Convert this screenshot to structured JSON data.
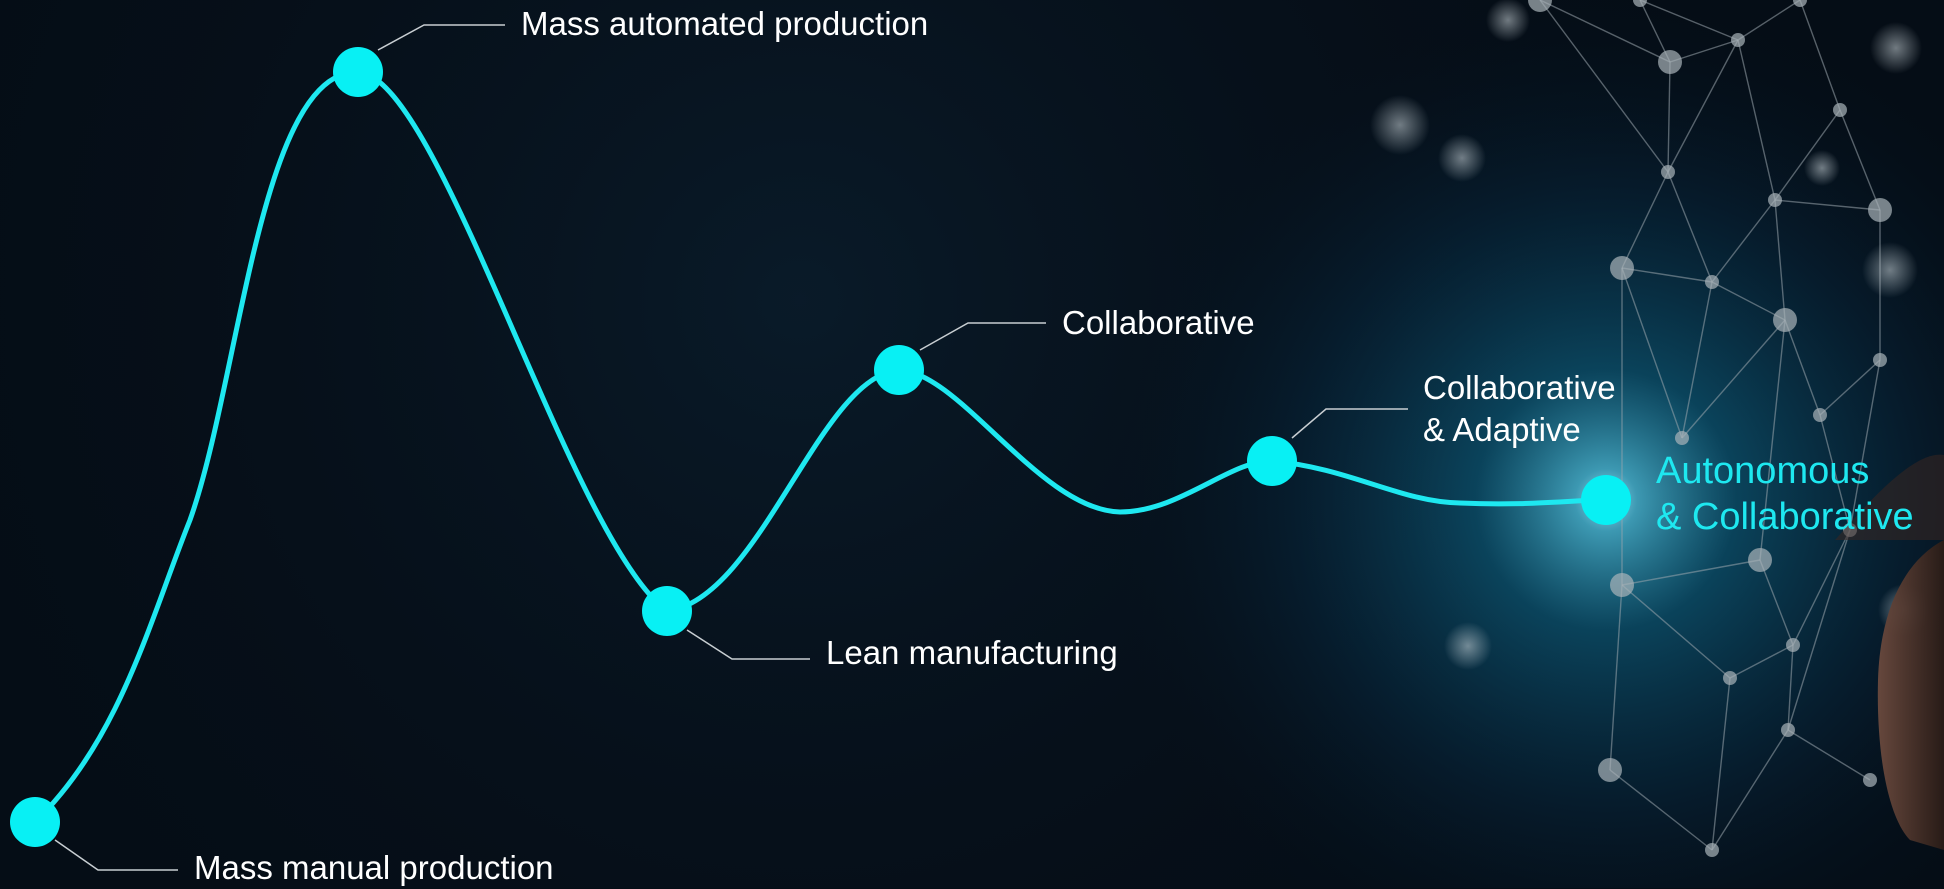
{
  "colors": {
    "background": "#050d16",
    "curve": "#1ee8f0",
    "node": "#08f0f4",
    "label": "#ffffff",
    "highlight_label": "#1ee8f0",
    "network": "#9aa6ad"
  },
  "stages": [
    {
      "id": "mass-manual-production",
      "lines": [
        "Mass manual production"
      ]
    },
    {
      "id": "mass-automated-production",
      "lines": [
        "Mass automated production"
      ]
    },
    {
      "id": "lean-manufacturing",
      "lines": [
        "Lean manufacturing"
      ]
    },
    {
      "id": "collaborative",
      "lines": [
        "Collaborative"
      ]
    },
    {
      "id": "collaborative-adaptive",
      "lines": [
        "Collaborative",
        "& Adaptive"
      ]
    },
    {
      "id": "autonomous-collaborative",
      "lines": [
        "Autonomous",
        "& Collaborative"
      ]
    }
  ],
  "background_image": "network-of-nodes-with-fingertip-touch"
}
